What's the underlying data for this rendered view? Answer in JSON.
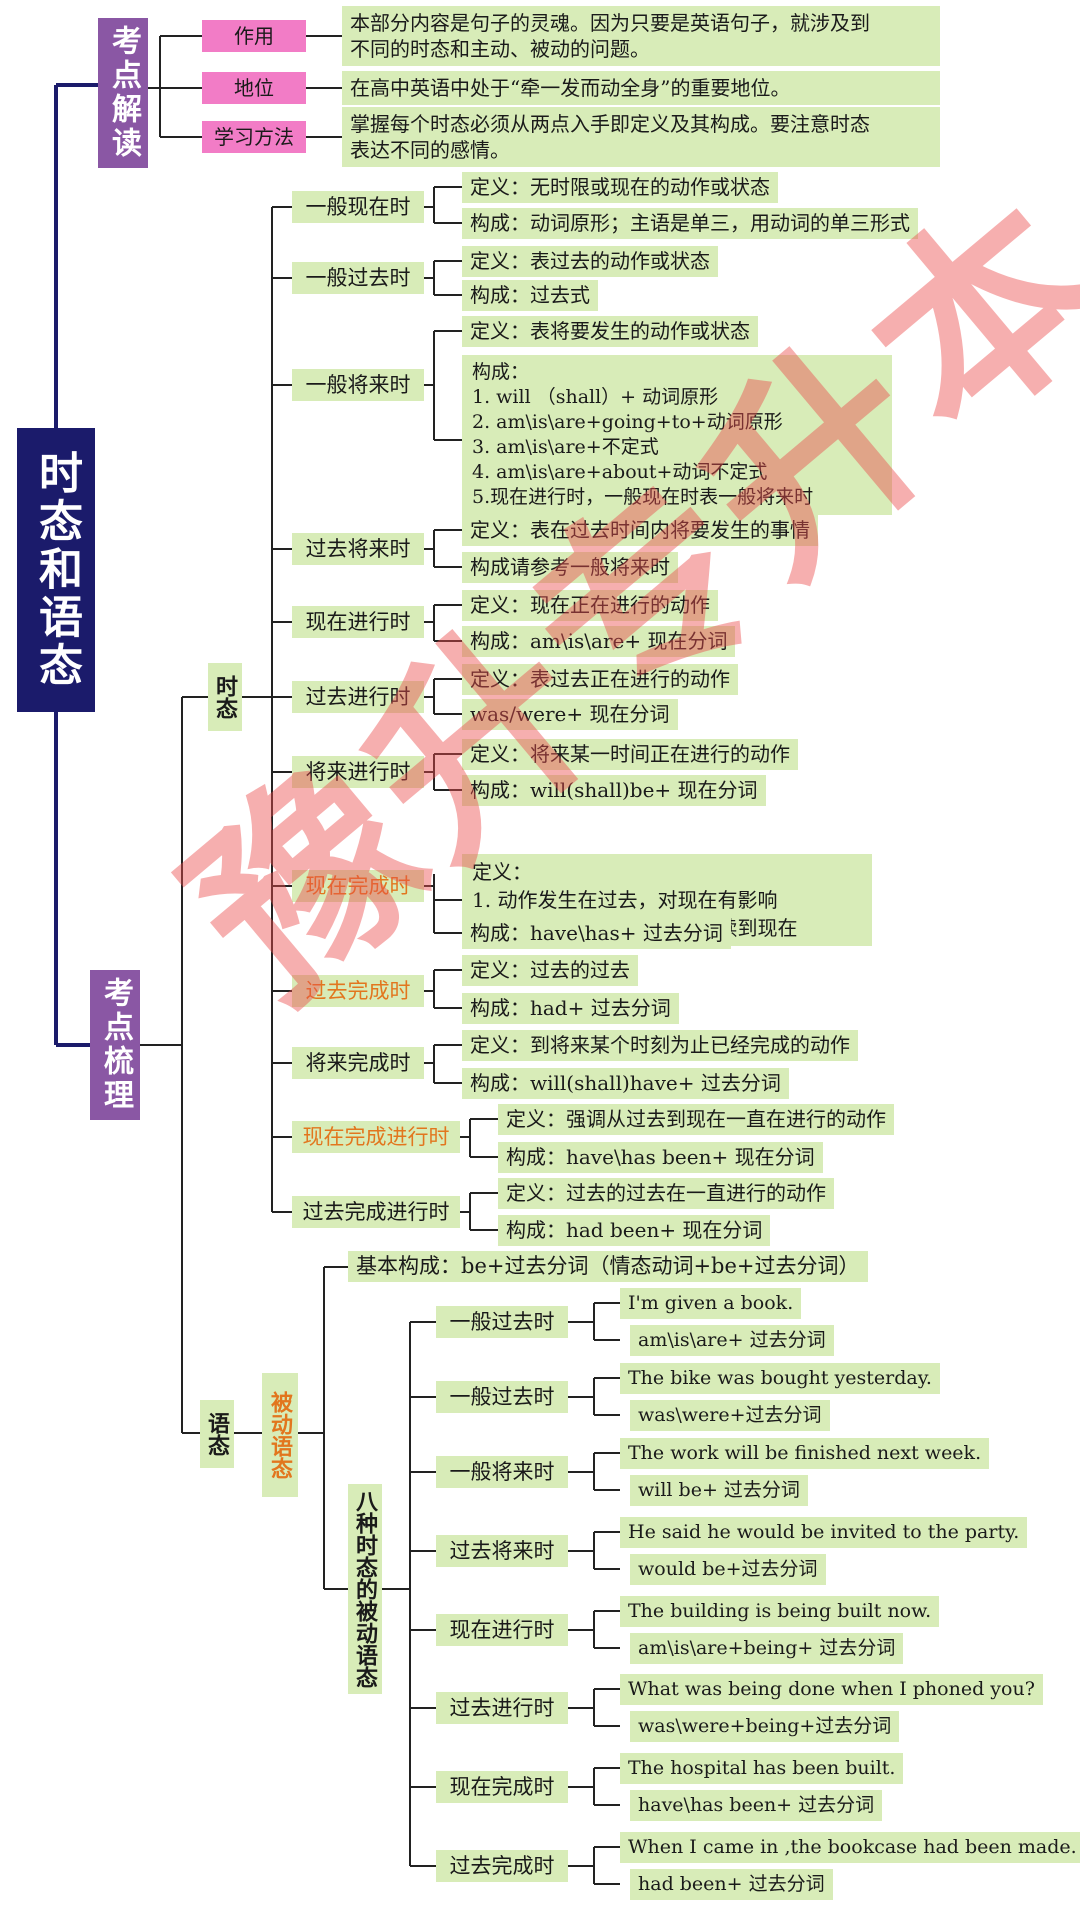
{
  "title": "时态和语态",
  "branch_interpretation": "考点解读",
  "branch_review": "考点梳理",
  "interp": [
    {
      "key": "作用",
      "text": [
        "本部分内容是句子的灵魂。因为只要是英语句子，就涉及到",
        "不同的时态和主动、被动的问题。"
      ]
    },
    {
      "key": "地位",
      "text": [
        "在高中英语中处于“牵一发而动全身”的重要地位。"
      ]
    },
    {
      "key": "学习方法",
      "text": [
        "掌握每个时态必须从两点入手即定义及其构成。要注意时态",
        "表达不同的感情。"
      ]
    }
  ],
  "tense_label": "时态",
  "tenses": [
    {
      "name": "一般现在时",
      "def": "定义：无时限或现在的动作或状态",
      "form": "构成：动词原形；主语是单三，用动词的单三形式"
    },
    {
      "name": "一般过去时",
      "def": "定义：表过去的动作或状态",
      "form": "构成：过去式"
    },
    {
      "name": "一般将来时",
      "def": "定义：表将要发生的动作或状态",
      "form_lines": [
        "构成：",
        "1. will （shall）+ 动词原形",
        "2. am\\is\\are+going+to+动词原形",
        "3. am\\is\\are+不定式",
        "4. am\\is\\are+about+动词不定式",
        "5.现在进行时，一般现在时表一般将来时"
      ]
    },
    {
      "name": "过去将来时",
      "def": "定义：表在过去时间内将要发生的事情",
      "form": "构成请参考一般将来时"
    },
    {
      "name": "现在进行时",
      "def": "定义：现在正在进行的动作",
      "form": "构成：am\\is\\are+ 现在分词"
    },
    {
      "name": "过去进行时",
      "def": "定义：表过去正在进行的动作",
      "form": "was/were+ 现在分词"
    },
    {
      "name": "将来进行时",
      "def": "定义：将来某一时间正在进行的动作",
      "form": "构成：will(shall)be+ 现在分词"
    },
    {
      "name": "现在完成时",
      "def_lines": [
        "定义：",
        "1. 动作发生在过去，对现在有影响",
        "2. 动作发生在过去，一直持续到现在"
      ],
      "form": "构成：have\\has+ 过去分词"
    },
    {
      "name": "过去完成时",
      "def": "定义：过去的过去",
      "form": "构成：had+ 过去分词"
    },
    {
      "name": "将来完成时",
      "def": "定义：到将来某个时刻为止已经完成的动作",
      "form": "构成：will(shall)have+ 过去分词"
    },
    {
      "name": "现在完成进行时",
      "def": "定义：强调从过去到现在一直在进行的动作",
      "form": "构成：have\\has been+ 现在分词"
    },
    {
      "name": "过去完成进行时",
      "def": "定义：过去的过去在一直进行的动作",
      "form": "构成：had been+ 现在分词"
    }
  ],
  "voice_label": "语态",
  "passive_label": "被动语态",
  "basic_form": "基本构成：be+过去分词（情态动词+be+过去分词）",
  "eight_label": "八种时态的被动语态",
  "passive": [
    {
      "name": "一般过去时",
      "example": "I'm given a book.",
      "form": "am\\is\\are+ 过去分词"
    },
    {
      "name": "一般过去时",
      "example": "The bike was bought yesterday.",
      "form": "was\\were+过去分词"
    },
    {
      "name": "一般将来时",
      "example": "The work will be finished next week.",
      "form": "will be+ 过去分词"
    },
    {
      "name": "过去将来时",
      "example": "He said he would be invited to the party.",
      "form": "would be+过去分词"
    },
    {
      "name": "现在进行时",
      "example": "The building is being built now.",
      "form": "am\\is\\are+being+ 过去分词"
    },
    {
      "name": "过去进行时",
      "example": "What was being done when I phoned you?",
      "form": "was\\were+being+过去分词"
    },
    {
      "name": "现在完成时",
      "example": "The hospital has been built.",
      "form": "have\\has been+ 过去分词"
    },
    {
      "name": "过去完成时",
      "example": "When I came in ,the bookcase had been made.",
      "form": "had been+ 过去分词"
    }
  ],
  "watermark": "豫升专升本",
  "colors": {
    "green_box": "#d8ecb8",
    "purple": "#8a57a4",
    "magenta": "#f27cc6",
    "navy": "#1b1b6b",
    "orange": "#e2761e"
  }
}
